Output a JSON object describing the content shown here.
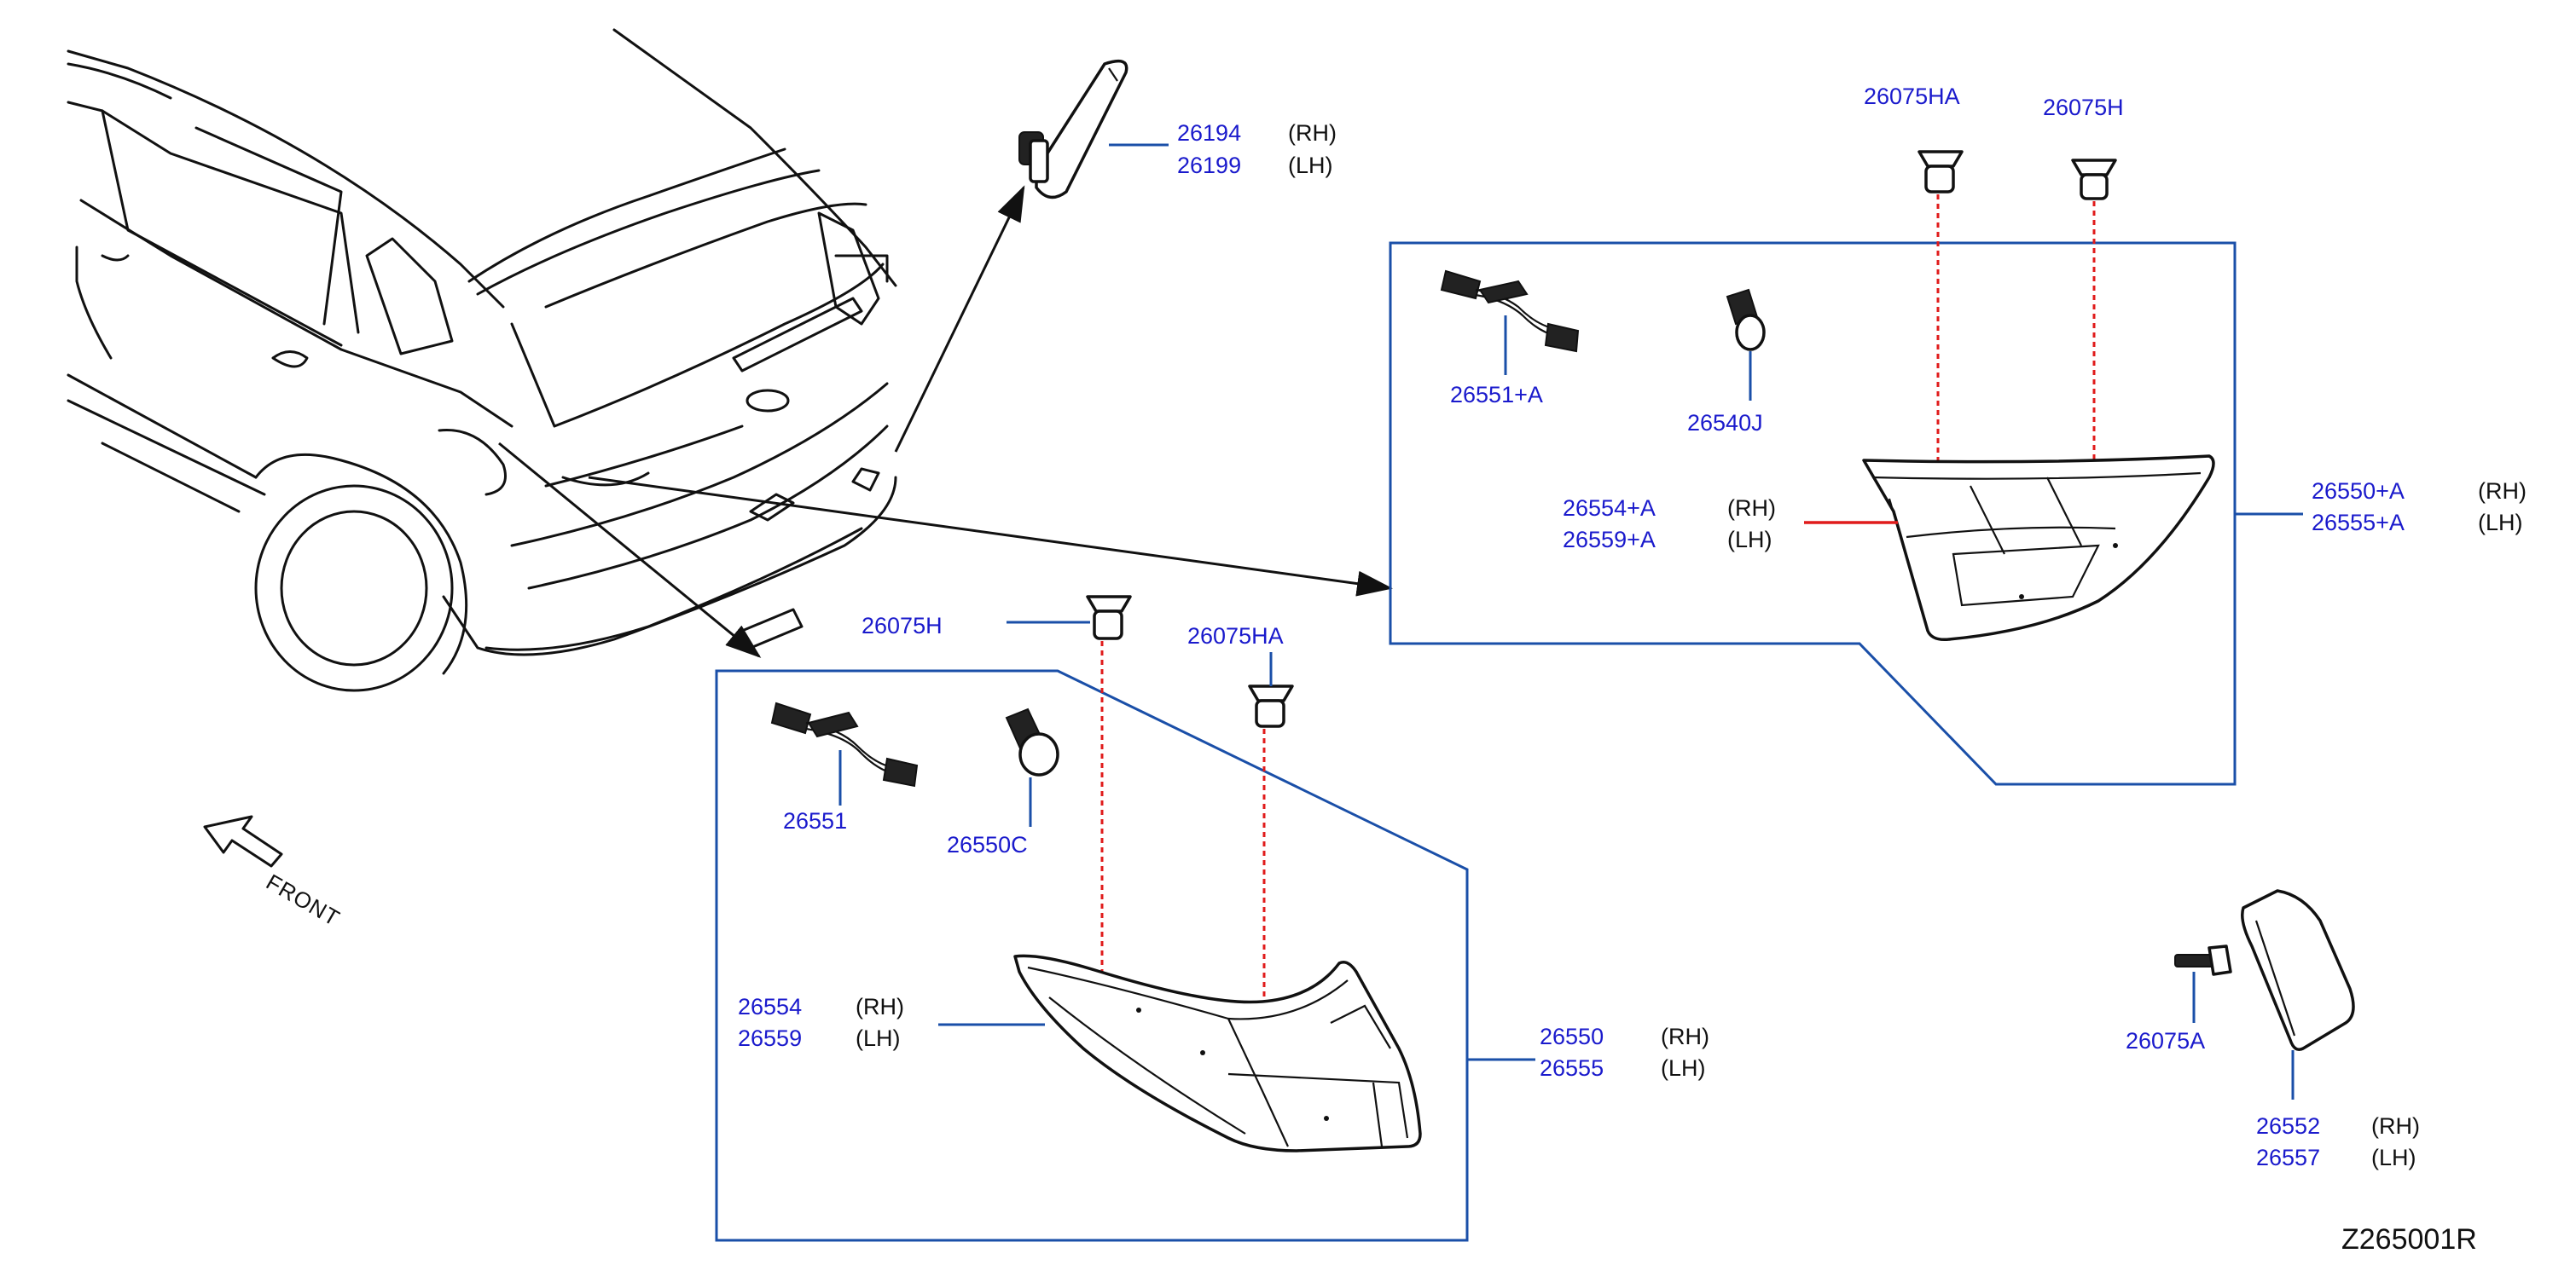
{
  "labels": {
    "lamp_26194": "26194",
    "lamp_26194_side": "(RH)",
    "lamp_26199": "26199",
    "lamp_26199_side": "(LH)",
    "clip_top_ha": "26075HA",
    "clip_top_h": "26075H",
    "harness_a": "26551+A",
    "bulb_j": "26540J",
    "lens_a_rh": "26554+A",
    "lens_a_rh_side": "(RH)",
    "lens_a_lh": "26559+A",
    "lens_a_lh_side": "(LH)",
    "inner_rh": "26550+A",
    "inner_rh_side": "(RH)",
    "inner_lh": "26555+A",
    "inner_lh_side": "(LH)",
    "clip_low_h": "26075H",
    "clip_low_ha": "26075HA",
    "harness": "26551",
    "bulb_c": "26550C",
    "lens_rh": "26554",
    "lens_rh_side": "(RH)",
    "lens_lh": "26559",
    "lens_lh_side": "(LH)",
    "outer_rh": "26550",
    "outer_rh_side": "(RH)",
    "outer_lh": "26555",
    "outer_lh_side": "(LH)",
    "bolt": "26075A",
    "reflector_rh": "26552",
    "reflector_rh_side": "(RH)",
    "reflector_lh": "26557",
    "reflector_lh_side": "(LH)",
    "front": "FRONT",
    "diagram_code": "Z265001R"
  },
  "colors": {
    "part_number": "#1a1acc",
    "frame": "#1a4fa8",
    "dashed_leader": "#e01b1b"
  }
}
